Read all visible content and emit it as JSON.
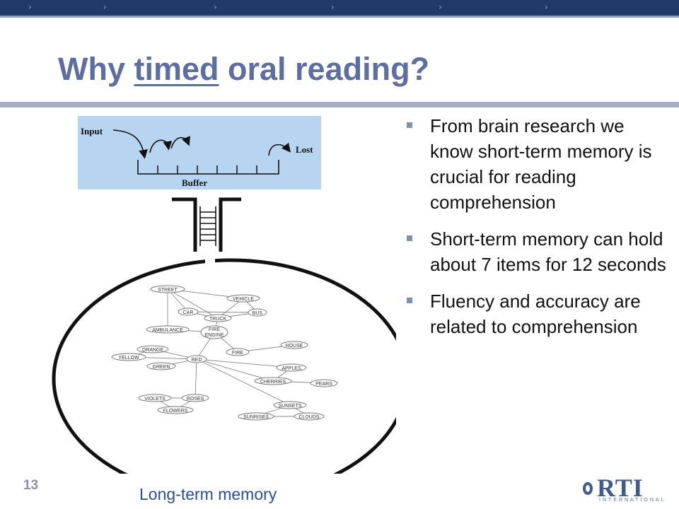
{
  "slide": {
    "title_pre": "Why ",
    "title_underlined": "timed",
    "title_post": " oral reading?",
    "page_number": "13",
    "caption": "Long-term memory"
  },
  "bullets": [
    "From brain research we know short-term memory is crucial for reading comprehension",
    "Short-term memory can hold about 7 items for 12 seconds",
    "Fluency and accuracy are related to comprehension"
  ],
  "buffer_diagram": {
    "input_label": "Input",
    "lost_label": "Lost",
    "buffer_label": "Buffer",
    "background": "#b7d5f0"
  },
  "network": {
    "nodes": {
      "street": "STREET",
      "vehicle": "VEHICLE",
      "car": "CAR",
      "bus": "BUS",
      "truck": "TRUCK",
      "ambulance": "AMBULANCE",
      "fire_engine_1": "FIRE",
      "fire_engine_2": "ENGINE",
      "house": "HOUSE",
      "fire": "FIRE",
      "orange": "ORANGE",
      "yellow": "YELLOW",
      "red": "RED",
      "green": "GREEN",
      "apples": "APPLES",
      "cherries": "CHERRIES",
      "pears": "PEARS",
      "violets": "VIOLETS",
      "roses": "ROSES",
      "flowers": "FLOWERS",
      "sunsets": "SUNSETS",
      "sunrises": "SUNRISES",
      "clouds": "CLOUDS"
    }
  },
  "logo": {
    "text": "RTI",
    "subtext": "INTERNATIONAL"
  },
  "colors": {
    "top_bar": "#1f3a67",
    "title": "#5d6ea0",
    "rule": "#a4b0c8",
    "caption": "#2c4e95",
    "bullet_marker": "#7e8fb2"
  }
}
